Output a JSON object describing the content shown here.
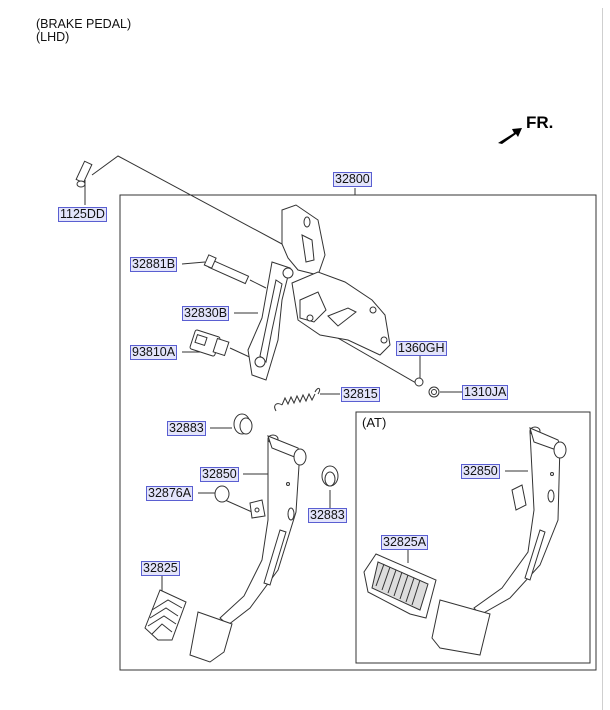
{
  "header": {
    "line1": "(BRAKE PEDAL)",
    "line2": "(LHD)"
  },
  "direction": {
    "label": "FR.",
    "icon": "front-arrow-icon"
  },
  "subassembly": {
    "label": "(AT)"
  },
  "colors": {
    "label_fill": "#e3e4fb",
    "label_border": "#5a5fd1",
    "line": "#333333"
  },
  "parts": {
    "p1125DD": "1125DD",
    "p32800": "32800",
    "p32881B": "32881B",
    "p32830B": "32830B",
    "p93810A": "93810A",
    "p1360GH": "1360GH",
    "p1310JA": "1310JA",
    "p32815": "32815",
    "p32883a": "32883",
    "p32850": "32850",
    "p32876A": "32876A",
    "p32883b": "32883",
    "p32825": "32825",
    "p32850_at": "32850",
    "p32825A": "32825A"
  }
}
